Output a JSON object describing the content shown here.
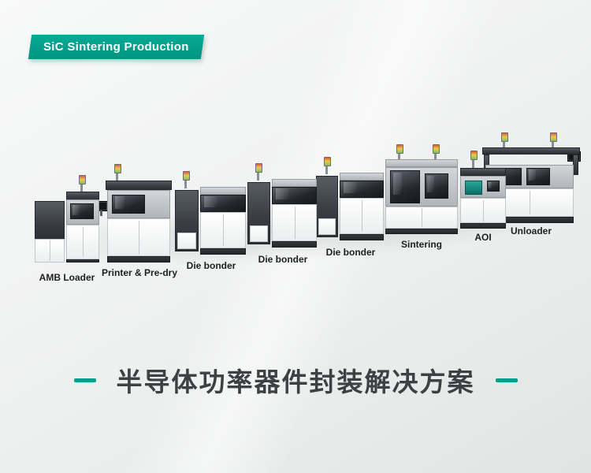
{
  "badge": {
    "label": "SiC Sintering Production"
  },
  "colors": {
    "accent": "#00a18d",
    "title_text": "#3d4144"
  },
  "line": {
    "stations": [
      {
        "id": "amb-loader",
        "label": "AMB Loader"
      },
      {
        "id": "printer-pre-dry",
        "label": "Printer & Pre-dry"
      },
      {
        "id": "die-bonder-1",
        "label": "Die bonder"
      },
      {
        "id": "die-bonder-2",
        "label": "Die bonder"
      },
      {
        "id": "die-bonder-3",
        "label": "Die bonder"
      },
      {
        "id": "sintering",
        "label": "Sintering"
      },
      {
        "id": "aoi",
        "label": "AOI"
      },
      {
        "id": "unloader",
        "label": "Unloader"
      }
    ]
  },
  "title": {
    "text": "半导体功率器件封装解决方案"
  }
}
